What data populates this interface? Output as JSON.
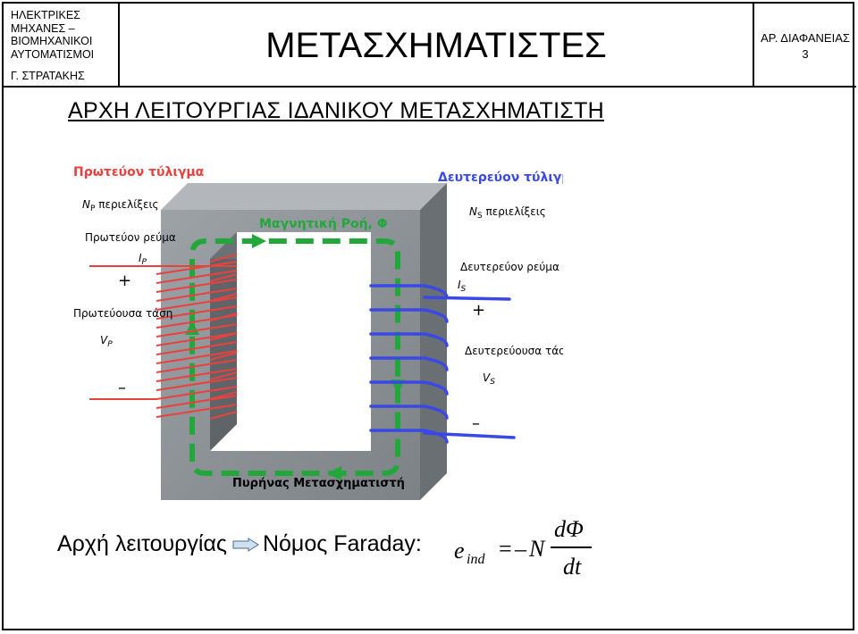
{
  "header": {
    "left_lines": "ΗΛΕΚΤΡΙΚΕΣ\nΜΗΧΑΝΕΣ –\nΒΙΟΜΗΧΑΝΙΚΟΙ\nΑΥΤΟΜΑΤΙΣΜΟΙ",
    "author": "Γ. ΣΤΡΑΤΑΚΗΣ",
    "title": "ΜΕΤΑΣΧΗΜΑΤΙΣΤΕΣ",
    "slide_label": "ΑΡ. ΔΙΑΦΑΝΕΙΑΣ",
    "slide_number": "3"
  },
  "section_title": "ΑΡΧΗ ΛΕΙΤΟΥΡΓΙΑΣ ΙΔΑΝΙΚΟΥ ΜΕΤΑΣΧΗΜΑΤΙΣΤΗ",
  "diagram": {
    "primary_winding": "Πρωτεύον τύλιγμα",
    "primary_turns": "N",
    "primary_turns_sub": "P",
    "primary_turns_text": " περιελίξεις",
    "secondary_winding": "Δευτερεύον τύλιγμα",
    "secondary_turns": "N",
    "secondary_turns_sub": "S",
    "secondary_turns_text": " περιελίξεις",
    "primary_current": "Πρωτεύον ρεύμα",
    "primary_current_symbol": "I",
    "primary_current_sub": "P",
    "primary_voltage": "Πρωτεύουσα τάση",
    "primary_voltage_symbol": "V",
    "primary_voltage_sub": "P",
    "secondary_current": "Δευτερεύον ρεύμα",
    "secondary_current_symbol": "I",
    "secondary_current_sub": "S",
    "secondary_voltage": "Δευτερεύουσα τάση",
    "secondary_voltage_symbol": "V",
    "secondary_voltage_sub": "S",
    "magnetic_flux": "Μαγνητική Ροή, Φ",
    "core": "Πυρήνας Μετασχηματιστή",
    "plus": "+",
    "minus": "–",
    "colors": {
      "primary": "#e8423f",
      "secondary": "#3a48e6",
      "flux": "#22a83a",
      "core": "#8c9196"
    }
  },
  "bottom": {
    "principle": "Αρχή λειτουργίας",
    "law": "Νόμος Faraday:",
    "formula": {
      "e": "e",
      "sub": "ind",
      "eq": "=",
      "neg": "–",
      "N": "N",
      "num": "dΦ",
      "den": "dt"
    }
  }
}
